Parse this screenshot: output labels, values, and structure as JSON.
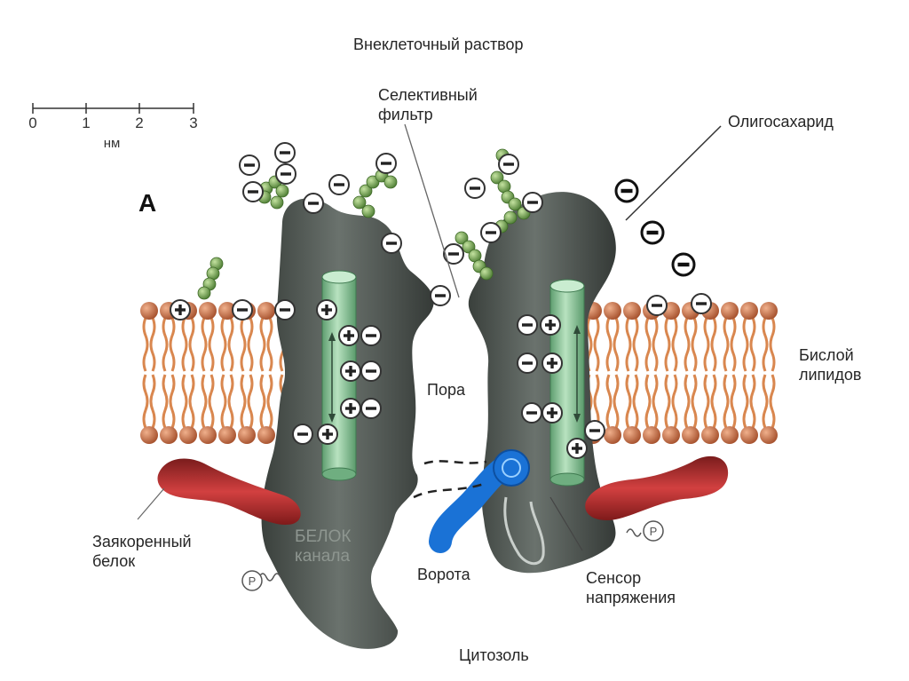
{
  "labels": {
    "extracellular": "Внеклеточный раствор",
    "selective_filter": [
      "Селективный",
      "фильтр"
    ],
    "oligosaccharide": "Олигосахарид",
    "panel_letter": "A",
    "lipid_bilayer": [
      "Бислой",
      "липидов"
    ],
    "pore": "Пора",
    "anchored_protein": [
      "Заякоренный",
      "белок"
    ],
    "channel_protein": [
      "БЕЛОК",
      "канала"
    ],
    "gate": "Ворота",
    "voltage_sensor": [
      "Сенсор",
      "напряжения"
    ],
    "cytosol": "Цитозоль",
    "phosphate_symbol": "P"
  },
  "scale_bar": {
    "ticks": [
      "0",
      "1",
      "2",
      "3"
    ],
    "unit": "нм"
  },
  "charges": {
    "plus": "+",
    "minus": "−"
  },
  "colors": {
    "lipid_head": "#c0683f",
    "lipid_tail": "#d9874f",
    "protein": "#4f5651",
    "helix": "#8fc49b",
    "sugar": "#6f9e4e",
    "anchor": "#b52a2a",
    "gate": "#1a72d6"
  }
}
